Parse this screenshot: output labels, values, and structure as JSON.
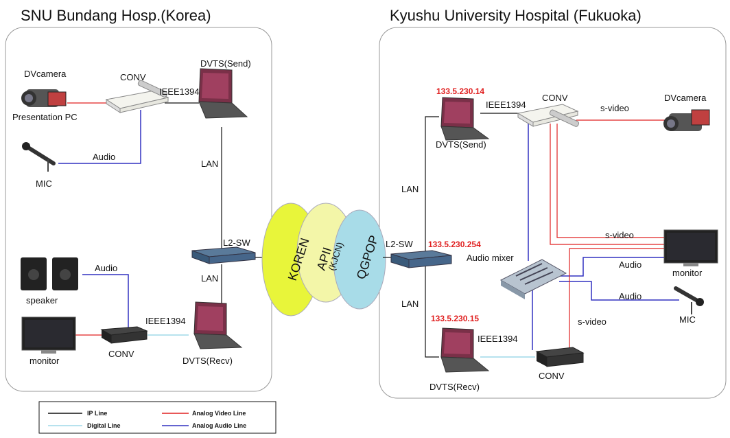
{
  "titles": {
    "left": "SNU Bundang Hosp.(Korea)",
    "right": "Kyushu University Hospital (Fukuoka)"
  },
  "left": {
    "dvcamera": "DVcamera",
    "presentation_pc": "Presentation PC",
    "conv_top": "CONV",
    "ieee_top": "IEEE1394",
    "dvts_send": "DVTS(Send)",
    "lan_top": "LAN",
    "audio_top": "Audio",
    "mic": "MIC",
    "l2sw": "L2-SW",
    "lan_bottom": "LAN",
    "audio_bottom": "Audio",
    "speaker": "speaker",
    "ieee_bottom": "IEEE1394",
    "monitor": "monitor",
    "conv_bottom": "CONV",
    "dvts_recv": "DVTS(Recv)"
  },
  "networks": {
    "koren": "KOREN",
    "apii": "APII",
    "kjcn": "(KJCN)",
    "qgpop": "QGPOP"
  },
  "right": {
    "ip_send": "133.5.230.14",
    "ieee_top": "IEEE1394",
    "conv_top": "CONV",
    "svideo_top": "s-video",
    "dvcamera": "DVcamera",
    "dvts_send": "DVTS(Send)",
    "lan_top": "LAN",
    "l2sw": "L2-SW",
    "ip_sw": "133.5.230.254",
    "audio_mixer": "Audio  mixer",
    "svideo_mid": "s-video",
    "audio_monitor": "Audio",
    "monitor": "monitor",
    "audio_mic": "Audio",
    "mic": "MIC",
    "lan_bottom": "LAN",
    "svideo_bottom": "s-video",
    "ip_recv": "133.5.230.15",
    "ieee_bottom": "IEEE1394",
    "conv_bottom": "CONV",
    "dvts_recv": "DVTS(Recv)"
  },
  "legend": {
    "ip_line": "IP Line",
    "analog_video": "Analog Video Line",
    "digital": "Digital Line",
    "analog_audio": "Analog Audio Line"
  },
  "colors": {
    "ip_line": "#111111",
    "analog_video": "#e02020",
    "digital": "#9fd8e8",
    "analog_audio": "#3030c0",
    "cloud_green": "#e8f53a",
    "cloud_yellow": "#f3f6a8",
    "cloud_blue": "#a8dce8"
  }
}
